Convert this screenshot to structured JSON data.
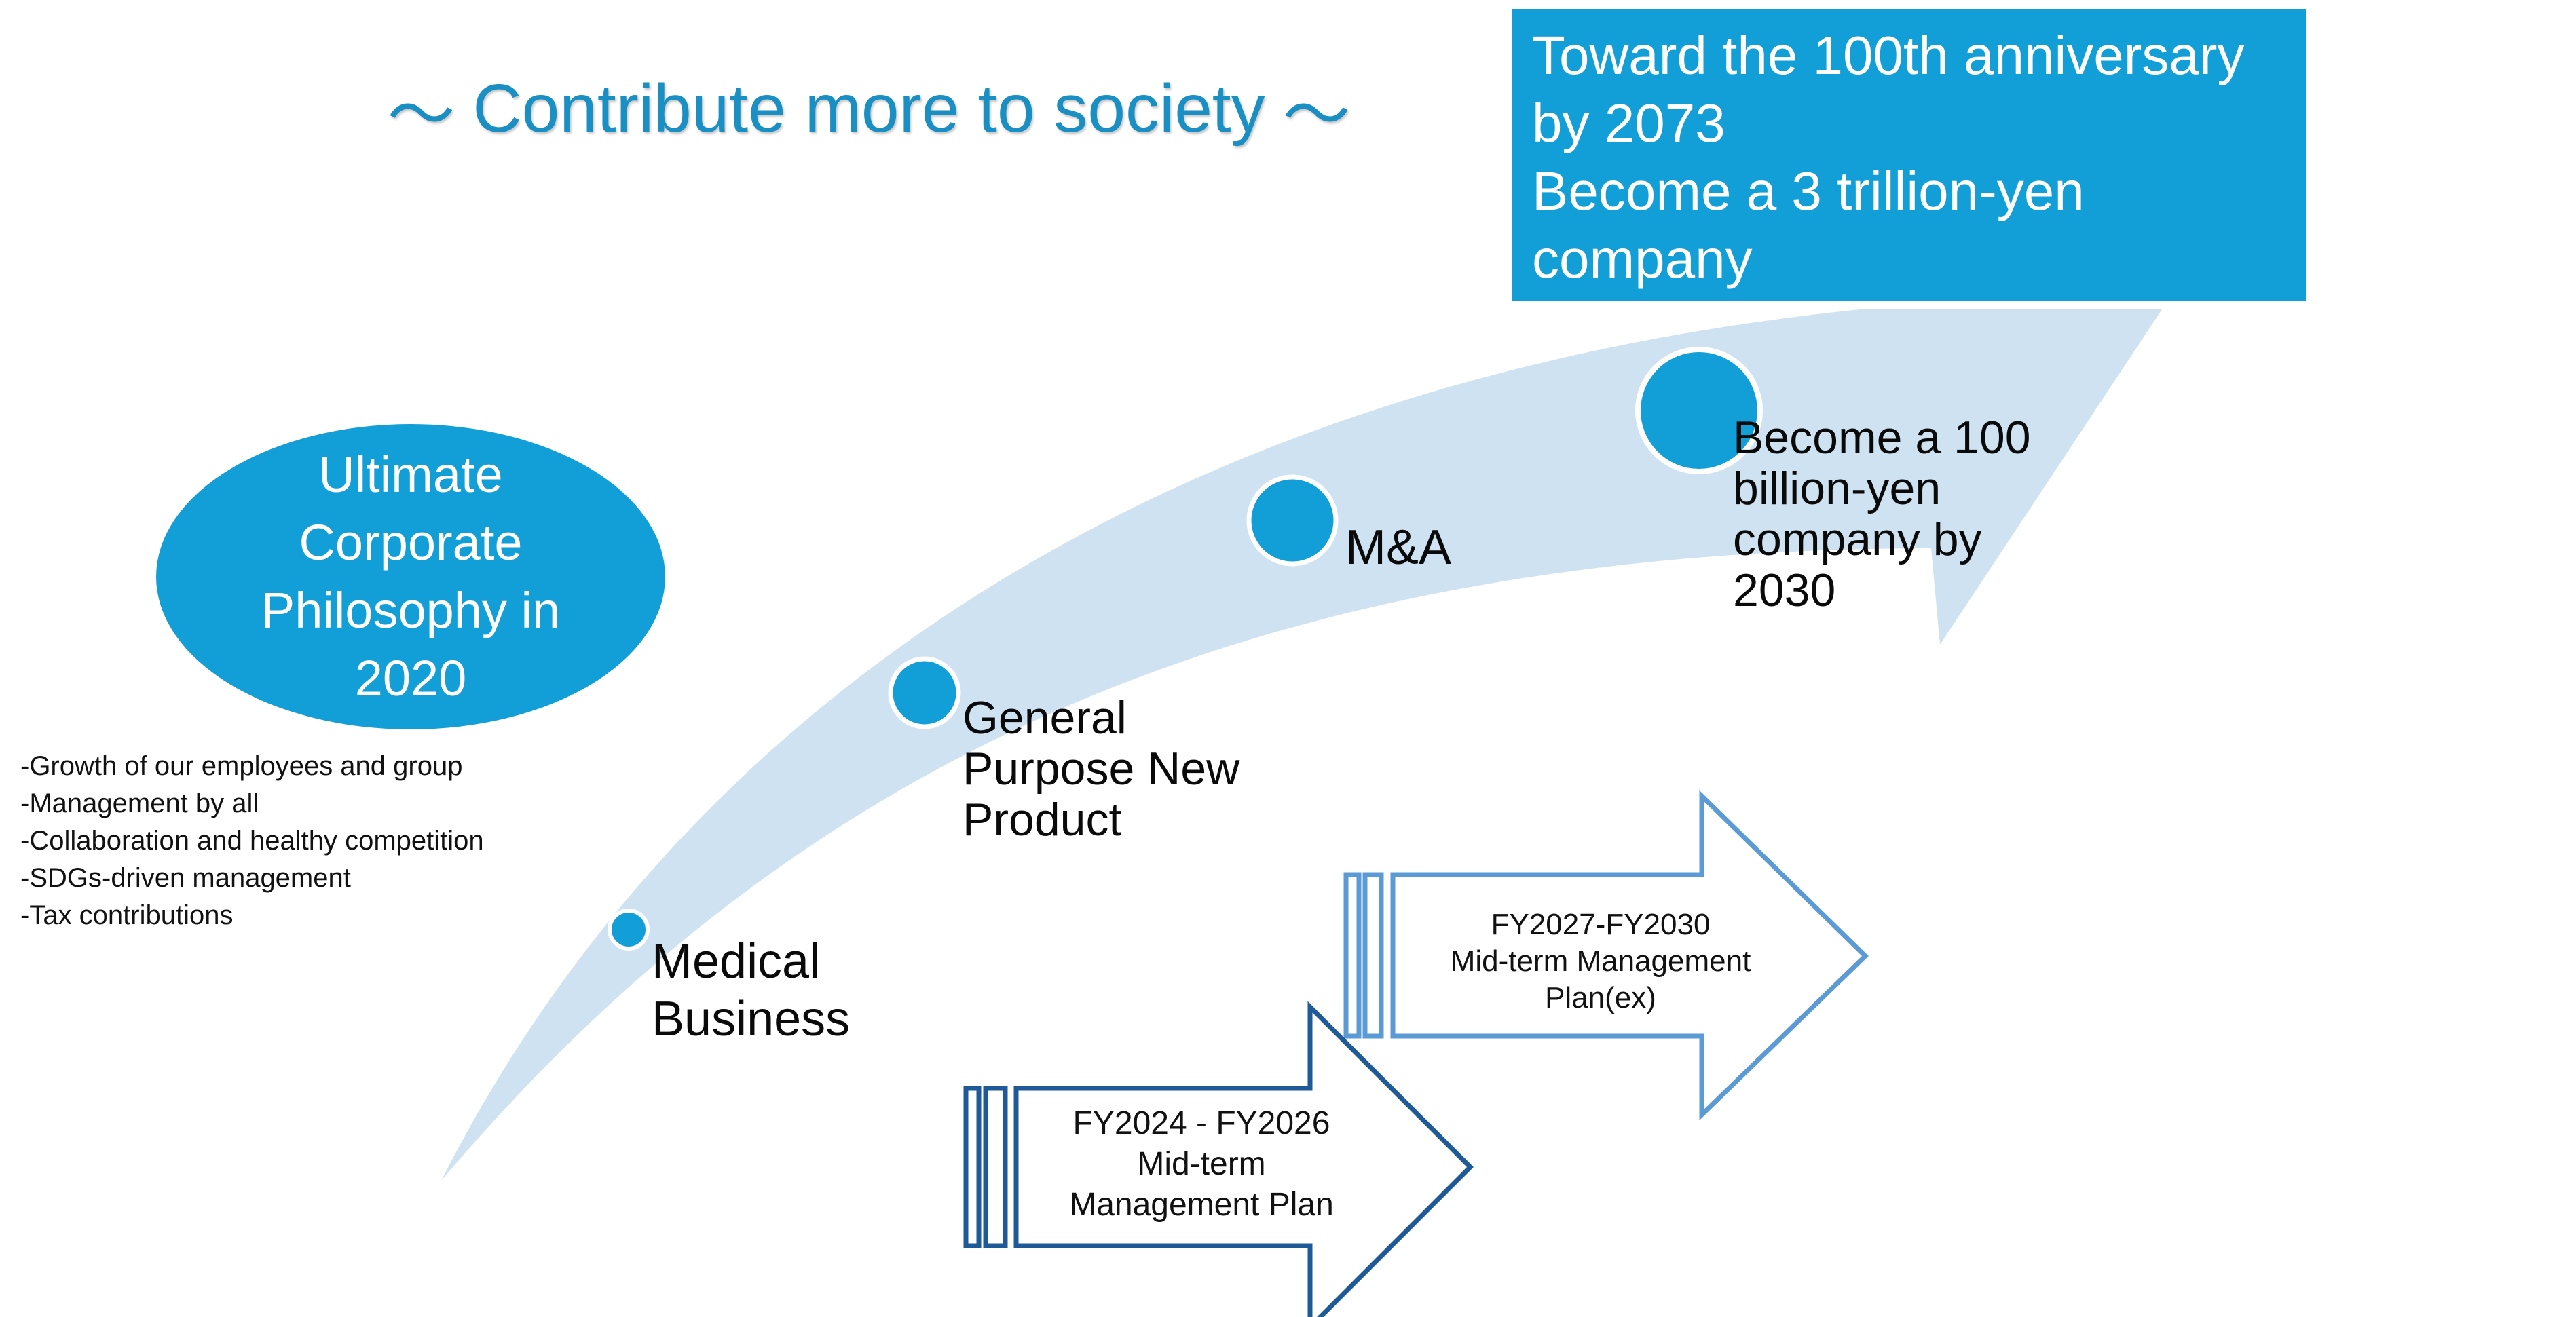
{
  "headline": {
    "left_mark": "～",
    "text": "Contribute more to society",
    "right_mark": "～"
  },
  "goal_box": {
    "lines": [
      "Toward the 100th anniversary",
      "by 2073",
      "Become a 3 trillion-yen",
      "company"
    ]
  },
  "philosophy": {
    "lines": [
      "Ultimate",
      "Corporate",
      "Philosophy in",
      "2020"
    ],
    "bullets": [
      "-Growth of our employees and group",
      "-Management by all",
      "-Collaboration and healthy competition",
      "-SDGs-driven management",
      "-Tax contributions"
    ]
  },
  "milestones": {
    "medical": {
      "lines": [
        "Medical",
        "Business"
      ]
    },
    "general": {
      "lines": [
        "General",
        "Purpose New",
        "Product"
      ]
    },
    "ma": {
      "lines": [
        "M&A"
      ]
    },
    "hundred_billion": {
      "lines": [
        "Become a 100",
        "billion-yen",
        "company by",
        "2030"
      ]
    }
  },
  "plans": {
    "fy2024": {
      "lines": [
        "FY2024 - FY2026",
        "Mid-term",
        "Management Plan"
      ]
    },
    "fy2027": {
      "lines": [
        "FY2027-FY2030",
        "Mid-term Management",
        "Plan(ex)"
      ]
    }
  },
  "colors": {
    "accent": "#129fd7",
    "swoosh": "#cfe2f1",
    "headline": "#1a8fc4",
    "plan_dark": "#1e5a97",
    "plan_light": "#5b9bd5"
  }
}
